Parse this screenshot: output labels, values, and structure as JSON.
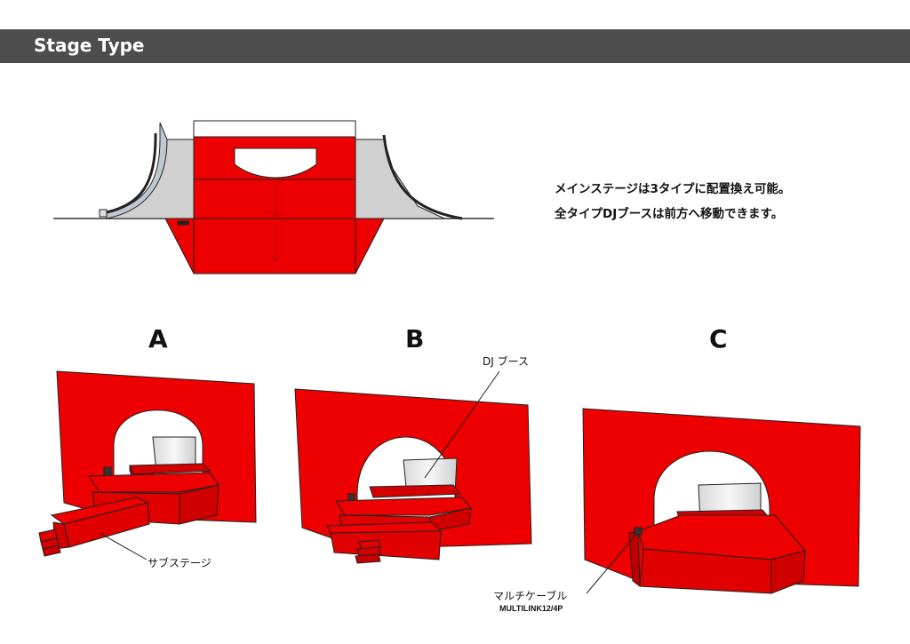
{
  "header": {
    "title": "Stage Type"
  },
  "description": {
    "line1": "メインステージは3タイプに配置換え可能。",
    "line2": "全タイプDJブースは前方へ移動できます。"
  },
  "variants": [
    {
      "label": "A"
    },
    {
      "label": "B"
    },
    {
      "label": "C"
    }
  ],
  "callouts": {
    "dj_booth": "DJ ブース",
    "sub_stage": "サブステージ",
    "multi_cable": "マルチケーブル",
    "multi_cable_model": "MULTILINK12/4P"
  },
  "colors": {
    "stage_red": "#ee0000",
    "outline": "#222222",
    "header_bg": "#4d4d4d",
    "booth_gray": "#e8e8e8"
  }
}
